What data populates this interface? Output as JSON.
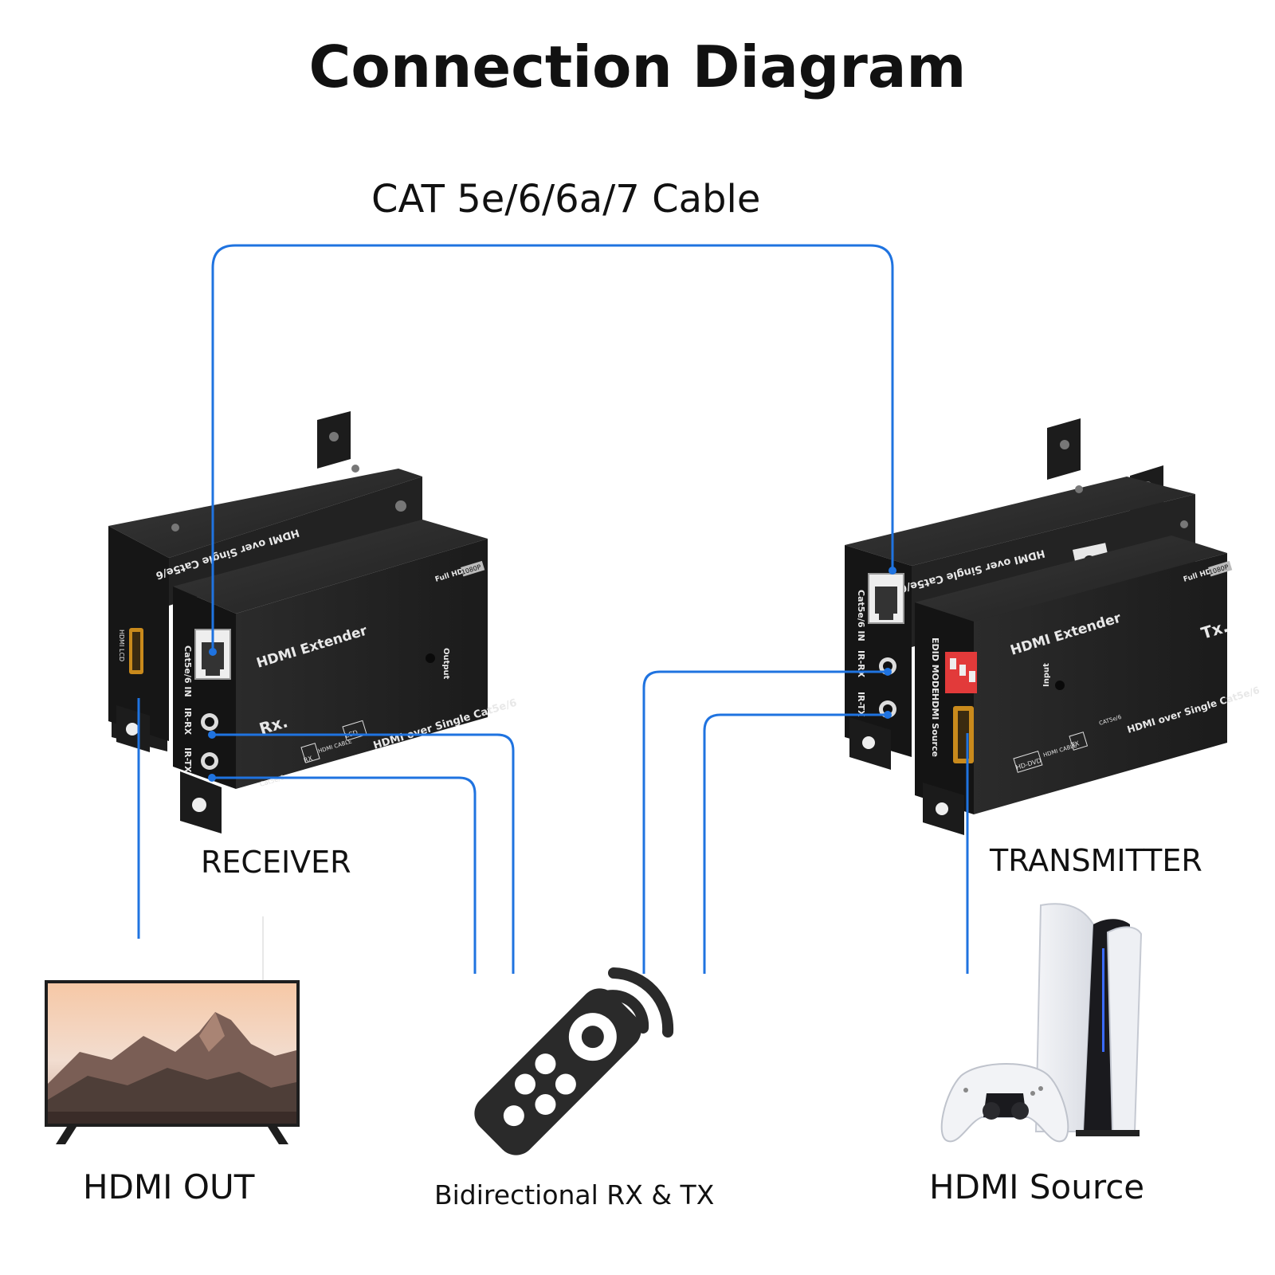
{
  "title": "Connection Diagram",
  "cable_label": "CAT 5e/6/6a/7 Cable",
  "receiver": {
    "caption": "RECEIVER",
    "front_title": "HDMI Extender",
    "model_tag": "Rx.",
    "badge": "Full HD",
    "badge_res": "1080P",
    "subtitle": "HDMI over Single Cat5e/6",
    "port_cat": "Cat5e/6 IN",
    "port_irrx": "IR-RX",
    "port_irtx": "IR-TX",
    "port_output": "Output",
    "side_hdmi": "HDMI LCD",
    "flow": [
      "Cat5e/6",
      "RX",
      "HDMI CABLE",
      "LCD"
    ]
  },
  "transmitter": {
    "caption": "TRANSMITTER",
    "front_title": "HDMI Extender",
    "model_tag": "Tx.",
    "badge": "Full HD",
    "badge_res": "1080P",
    "subtitle": "HDMI over Single Cat5e/6",
    "port_cat": "Cat5e/6 IN",
    "port_irrx": "IR-RX",
    "port_irtx": "IR-TX",
    "port_input": "Input",
    "edid": "EDID MODE",
    "hdmi_source": "HDMI Source",
    "flow": [
      "HD-DVD",
      "HDMI CABLE",
      "TX",
      "CAT5e/6"
    ]
  },
  "devices": {
    "hdmi_out": "HDMI OUT",
    "remote": "Bidirectional RX & TX",
    "hdmi_source": "HDMI Source"
  },
  "colors": {
    "cable": "#1f73e0",
    "device_body": "#222222",
    "device_edge": "#3a3a3a",
    "dip_switch": "#e23a3a",
    "hdmi_port": "#c98a1c",
    "remote": "#2a2a2a"
  },
  "icons": [
    "tv-icon",
    "remote-control-icon",
    "game-console-icon",
    "gamepad-icon",
    "rj45-port-icon",
    "hdmi-port-icon",
    "audio-jack-icon"
  ]
}
